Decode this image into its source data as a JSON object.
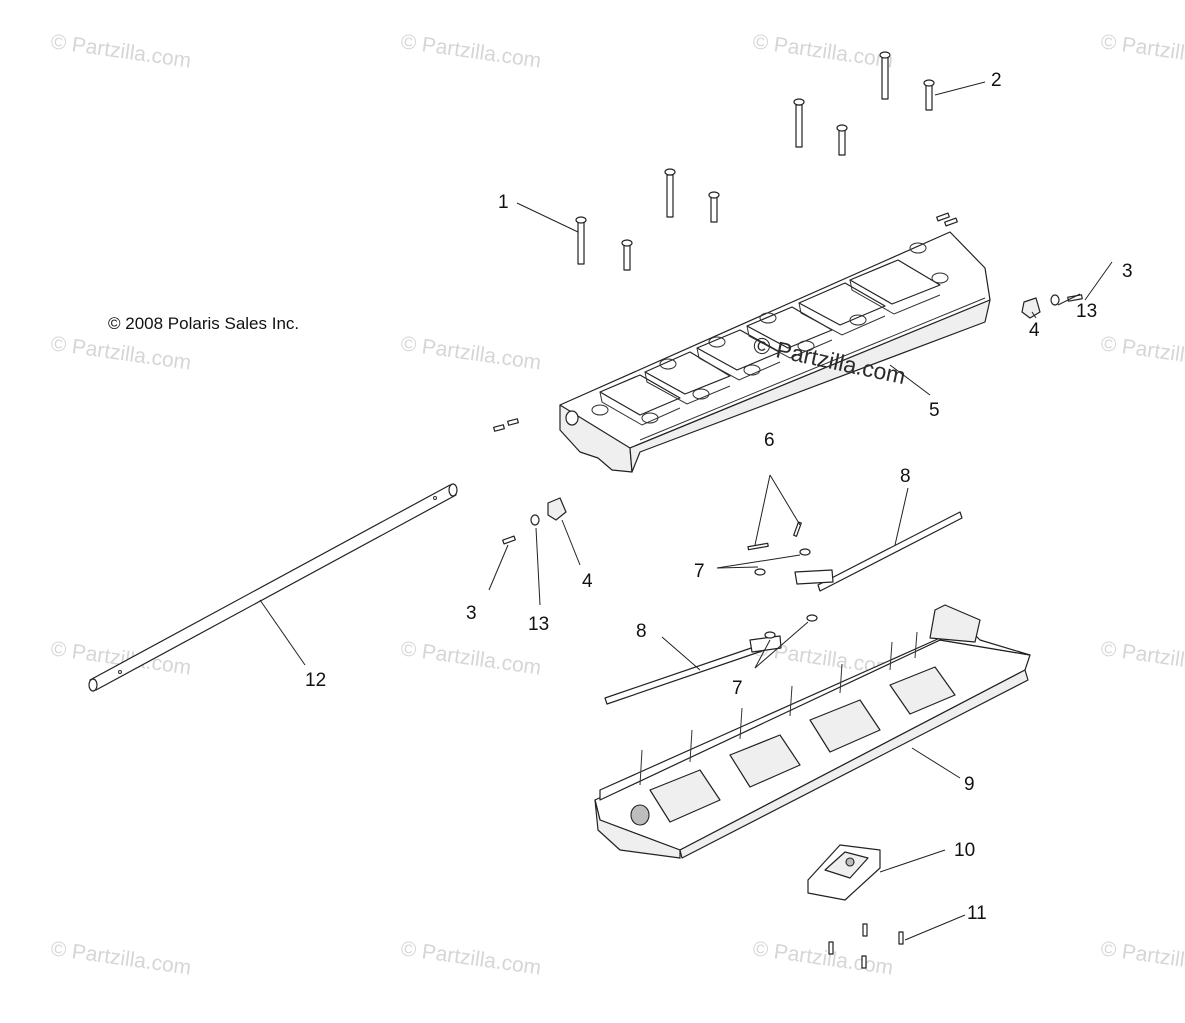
{
  "copyright": "© 2008 Polaris Sales Inc.",
  "watermark": "© Partzilla.com",
  "center_watermark": "© Partzilla.com",
  "callouts": [
    "1",
    "2",
    "3",
    "4",
    "5",
    "6",
    "7",
    "8",
    "9",
    "10",
    "11",
    "12",
    "13",
    "3",
    "4",
    "13",
    "7",
    "8"
  ],
  "colors": {
    "line": "#222222",
    "watermark": "#d6d6d6",
    "background": "#ffffff"
  }
}
